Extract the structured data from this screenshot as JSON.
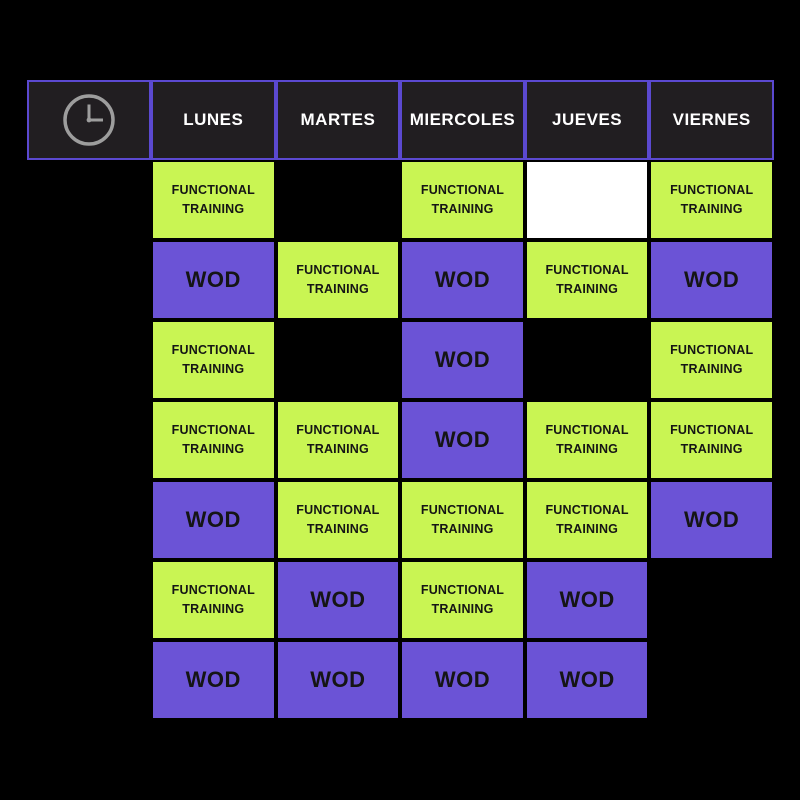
{
  "palette": {
    "page_bg": "#000000",
    "header_bg": "#211e21",
    "header_border": "#5b49d0",
    "header_text": "#ffffff",
    "functional_bg": "#c9f553",
    "wod_bg": "#6b53d6",
    "blank_bg": "#ffffff",
    "cell_border": "#000000",
    "cell_text": "#151515",
    "clock_color": "#9d9d9d"
  },
  "header": {
    "time_column_icon": "clock-icon",
    "days": [
      "LUNES",
      "MARTES",
      "MIERCOLES",
      "JUEVES",
      "VIERNES"
    ]
  },
  "labels": {
    "functional": "FUNCTIONAL TRAINING",
    "wod": "WOD"
  },
  "schedule": {
    "day_keys": [
      "lunes",
      "martes",
      "miercoles",
      "jueves",
      "viernes"
    ],
    "rows": [
      [
        "functional",
        "empty",
        "functional",
        "blank",
        "functional"
      ],
      [
        "wod",
        "functional",
        "wod",
        "functional",
        "wod"
      ],
      [
        "functional",
        "empty",
        "wod",
        "empty",
        "functional"
      ],
      [
        "functional",
        "functional",
        "wod",
        "functional",
        "functional"
      ],
      [
        "wod",
        "functional",
        "functional",
        "functional",
        "wod"
      ],
      [
        "functional",
        "wod",
        "functional",
        "wod",
        "empty"
      ],
      [
        "wod",
        "wod",
        "wod",
        "wod",
        "empty"
      ]
    ]
  }
}
